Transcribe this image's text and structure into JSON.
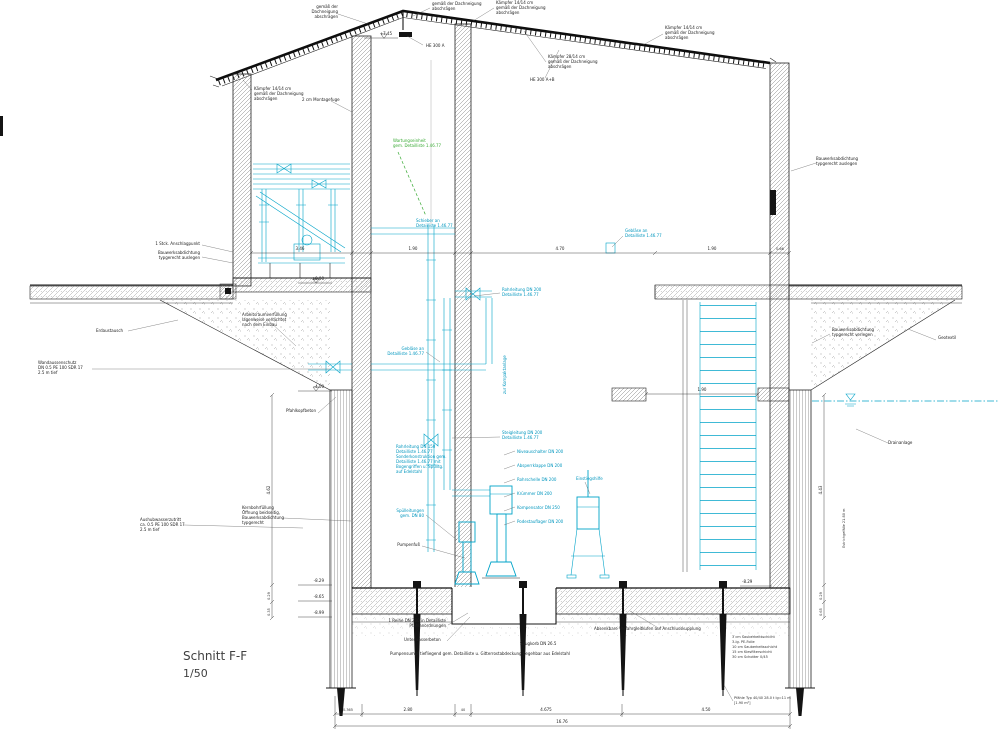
{
  "title": {
    "name": "Schnitt F-F",
    "scale": "1/50"
  },
  "colors": {
    "pipe": "#00a3c8",
    "green": "#3aaa35",
    "ink": "#222222"
  },
  "ann": {
    "top_l": [
      "gemäß der",
      "Dachneigung",
      "abschrägen"
    ],
    "top_m": [
      "gemäß der Dachneigung",
      "abschrägen"
    ],
    "top_r": [
      "Kämpfer 14/14 cm",
      "gemäß der Dachneigung",
      "abschrägen"
    ],
    "right_r": [
      "Kämpfer 14/14 cm",
      "gemäß der Dachneigung",
      "abschrägen"
    ],
    "left_w": [
      "Kämpfer 14/14 cm",
      "gemäß der Dachneigung",
      "abschrägen"
    ],
    "beam_mid": [
      "Kämpfer 28/14 cm",
      "gemäß der Dachneigung",
      "abschrägen"
    ],
    "montage": "2 cm Montagefuge",
    "he300_a": "HE 300 A",
    "he300_b": "HE 300 A+B",
    "green": [
      "Wartungseinheit",
      "gem. Detailliste 1.46.77"
    ],
    "anschlag": "1 Stck. Anschlagpunkt",
    "abdicht_l": [
      "Bauwerksabdichtung",
      "typgerecht auslegen"
    ],
    "erdaustausch": "Erdaustausch",
    "wandschutz": [
      "Wandaussenschutz",
      "DN 0.5 PE 100 SDR 17",
      "2.5 m tief"
    ],
    "arbeitsraum": [
      "Arbeitsraumverfüllung",
      "lagenweise verdichtet",
      "nach dem Einbau"
    ],
    "kernbohr": [
      "Kernbohrfüllung",
      "Öffnung beidseitig,",
      "Bauwerksabdichtung",
      "typgerecht"
    ],
    "aushub": [
      "Aushubwasserzutritt",
      "ca. 0.5 PE 100 SDR 17",
      "2.5 m tief"
    ],
    "pfahlkopf": "Pfahlkopfbeton",
    "schieber": [
      "Schieber an",
      "Detailliste 1.46.77"
    ],
    "rohr200": [
      "Rohrleitung DN 200",
      "Detailliste 1.46.77"
    ],
    "geblase_r": [
      "Gebläse an",
      "Detailliste 1.46.77"
    ],
    "geblase_l": [
      "Gebläse an",
      "Detailliste 1.46.77"
    ],
    "sonder": [
      "Rohrleitung DN 150",
      "Detailliste 1.46.77",
      "Sonderkonstruktion gem.",
      "Detailliste 1.46.77 mit",
      "Bogengriffen u. Spülltg.",
      "auf Edelstahl"
    ],
    "steig": [
      "Steigleitung DN 200",
      "Detailliste 1.46.77"
    ],
    "zur_kompakt": "zur Kompaktanlage",
    "stack": [
      "Niveauschalter DN 200",
      "Absperrklappe DN 200",
      "Rohrschelle DN 200",
      "Krümmer DN 200",
      "Kompensator DN 250",
      "Podestauflager DN 200"
    ],
    "einstieg": "Einstiegshilfe",
    "spuel": [
      "Spülleitungen",
      "gem. DN 80"
    ],
    "pumpenfuss": "Pumpenfuß",
    "abdicht_r1": [
      "Bauwerksabdichtung",
      "typgerecht auslegen"
    ],
    "abdicht_r2": [
      "Bauwerksabdichtung",
      "typgerecht verlegen"
    ],
    "geotextil": "Geotextil",
    "drainage": "Drainanlage",
    "estrich": "Estrichgefälle 21.80 m",
    "reihe": [
      "1 Reihe DN 200 in Detailliste",
      "Pfahlanordnungen"
    ],
    "uwbeton": "Unterwasserbeton",
    "pumpensumpf": "Pumpensumpf tiefliegend gem. Detailliste u. Gitterrostabdeckung begehbar aus Edelstahl",
    "absenk": "Absenkbare Verfahrgleitkufen auf Anschlusskupplung",
    "saugkorb": "Saugkorb DN 26.5",
    "layers": [
      "3 cm Sauberkeitsschicht",
      "3-lg. PE-Folie",
      "10 cm Sauberkeitsschicht",
      "15 cm Kiesfilterschicht",
      "30 cm Schotter 0/45"
    ],
    "pfahl": [
      "Pfähle Typ 40/40 28.0 t lg=11 m",
      "[1.90 m²]"
    ]
  },
  "dims": {
    "mid": [
      "3.46",
      "1.90",
      "4.70",
      "1.90",
      "0.66"
    ],
    "inner": "1.90",
    "bottom": [
      "0.365",
      "2.80",
      "40",
      "4.675",
      "4.50"
    ],
    "bottom_total": "16.76",
    "left_v": [
      "4.62",
      "0.29",
      "0.35"
    ],
    "right_v": [
      "4.43",
      "0.29",
      "0.65"
    ]
  },
  "levels": {
    "peak": "+7.45",
    "floor": "±0.00",
    "l_mid": "-4.00",
    "l_b1": "-8.29",
    "l_b2": "-8.65",
    "l_b3": "-8.99",
    "r_b1": "-8.29"
  }
}
